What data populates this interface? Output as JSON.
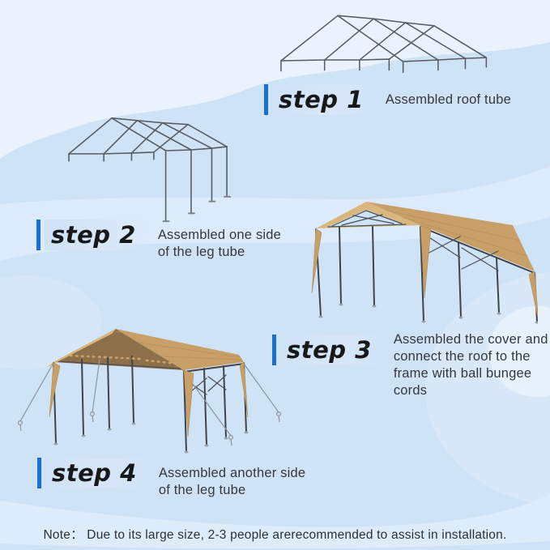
{
  "title": "Carport canopy assembly steps infographic",
  "steps": [
    {
      "label": "step 1",
      "lines": [
        "Assembled roof tube"
      ]
    },
    {
      "label": "step 2",
      "lines": [
        "Assembled one side",
        "of the leg tube"
      ]
    },
    {
      "label": "step 3",
      "lines": [
        "Assembled the cover and",
        "connect the roof to the",
        "frame with ball bungee cords"
      ]
    },
    {
      "label": "step 4",
      "lines": [
        "Assembled another side",
        "of the leg tube"
      ]
    }
  ],
  "note": {
    "label": "Note：",
    "text": "Due to its large size, 2-3 people arerecommended to assist in installation."
  },
  "illustrations": {
    "step1": "assembled-roof-tube-wireframe",
    "step2": "roof-frame-with-one-side-legs",
    "step3": "canopy-cover-on-frame",
    "step4": "full-canopy-with-both-side-legs-and-ropes"
  },
  "colors": {
    "accent": "#1b6fd3",
    "ink": "#17181a",
    "body": "#34383e",
    "note": "#2c3137",
    "bg-base": "#cfe3f7",
    "bg-band": "#e9f2fd",
    "bg-band2": "#ddebfb",
    "bg-bottom": "#ddecfb",
    "frame": "#565c64",
    "leg": "#3f444b",
    "tan": "#c89f66",
    "tan-light": "#dab77f",
    "tan-dark": "#8d7049"
  }
}
